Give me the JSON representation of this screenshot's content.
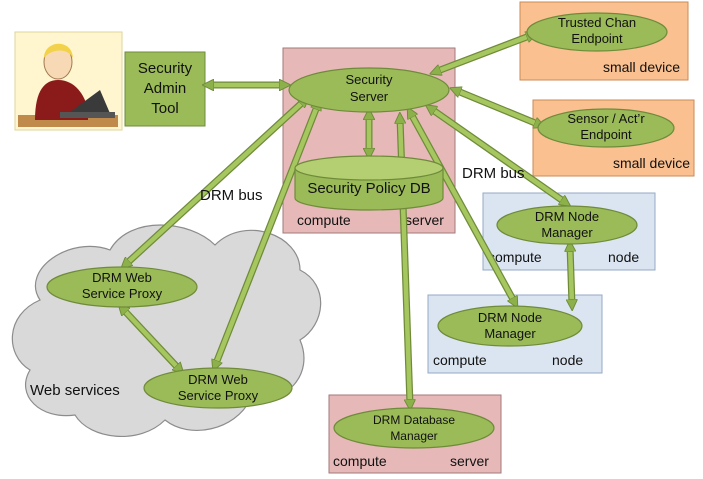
{
  "nodes": {
    "admin_tool": {
      "line1": "Security",
      "line2": "Admin",
      "line3": "Tool"
    },
    "security_server": {
      "line1": "Security",
      "line2": "Server"
    },
    "policy_db": {
      "label": "Security Policy DB"
    },
    "server_box": {
      "left": "compute",
      "right": "server"
    },
    "trusted_chan": {
      "line1": "Trusted Chan",
      "line2": "Endpoint",
      "footer": "small device"
    },
    "sensor": {
      "line1": "Sensor / Act’r",
      "line2": "Endpoint",
      "footer": "small device"
    },
    "node_mgr_1": {
      "line1": "DRM Node",
      "line2": "Manager",
      "left": "compute",
      "right": "node"
    },
    "node_mgr_2": {
      "line1": "DRM Node",
      "line2": "Manager",
      "left": "compute",
      "right": "node"
    },
    "db_mgr": {
      "line1": "DRM Database",
      "line2": "Manager",
      "left": "compute",
      "right": "server"
    },
    "proxy_1": {
      "line1": "DRM Web",
      "line2": "Service Proxy"
    },
    "proxy_2": {
      "line1": "DRM Web",
      "line2": "Service Proxy"
    },
    "cloud": {
      "label": "Web services"
    }
  },
  "bus_labels": {
    "left": "DRM bus",
    "right": "DRM bus"
  },
  "colors": {
    "ellipse_fill": "#9bbb59",
    "ellipse_stroke": "#6f8b3a",
    "arrow": "#8cb04a",
    "arrow_stroke": "#6f8b3a",
    "server_box": "#e6b9b8",
    "small_device_box": "#fac090",
    "node_box": "#dbe5f1",
    "cloud": "#d9d9d9",
    "admin_box": "#9bbb59"
  }
}
